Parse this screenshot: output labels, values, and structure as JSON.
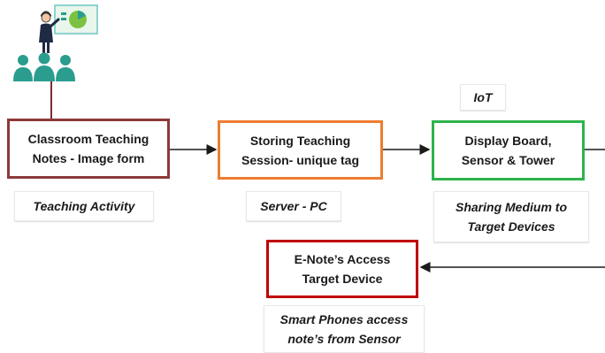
{
  "colors": {
    "teaching_box": "#8b3a3a",
    "storing_box": "#ed7d31",
    "display_box": "#2eb34c",
    "access_box": "#c00000",
    "arrows": "#1a1a1a",
    "teacher_skin": "#f2c6a0",
    "audience": "#2a9d8f",
    "screen_chart": "#7cc242"
  },
  "icon": "teacher-presentation-icon",
  "boxes": {
    "teaching": "Classroom Teaching\nNotes - Image form",
    "storing": "Storing Teaching\nSession- unique tag",
    "display": "Display Board,\nSensor & Tower",
    "access": "E-Note’s Access\nTarget Device"
  },
  "labels": {
    "iot": "IoT",
    "teaching_activity": "Teaching Activity",
    "server": "Server - PC",
    "sharing": "Sharing Medium to\nTarget Devices",
    "smartphones": "Smart Phones access\nnote’s from Sensor"
  }
}
